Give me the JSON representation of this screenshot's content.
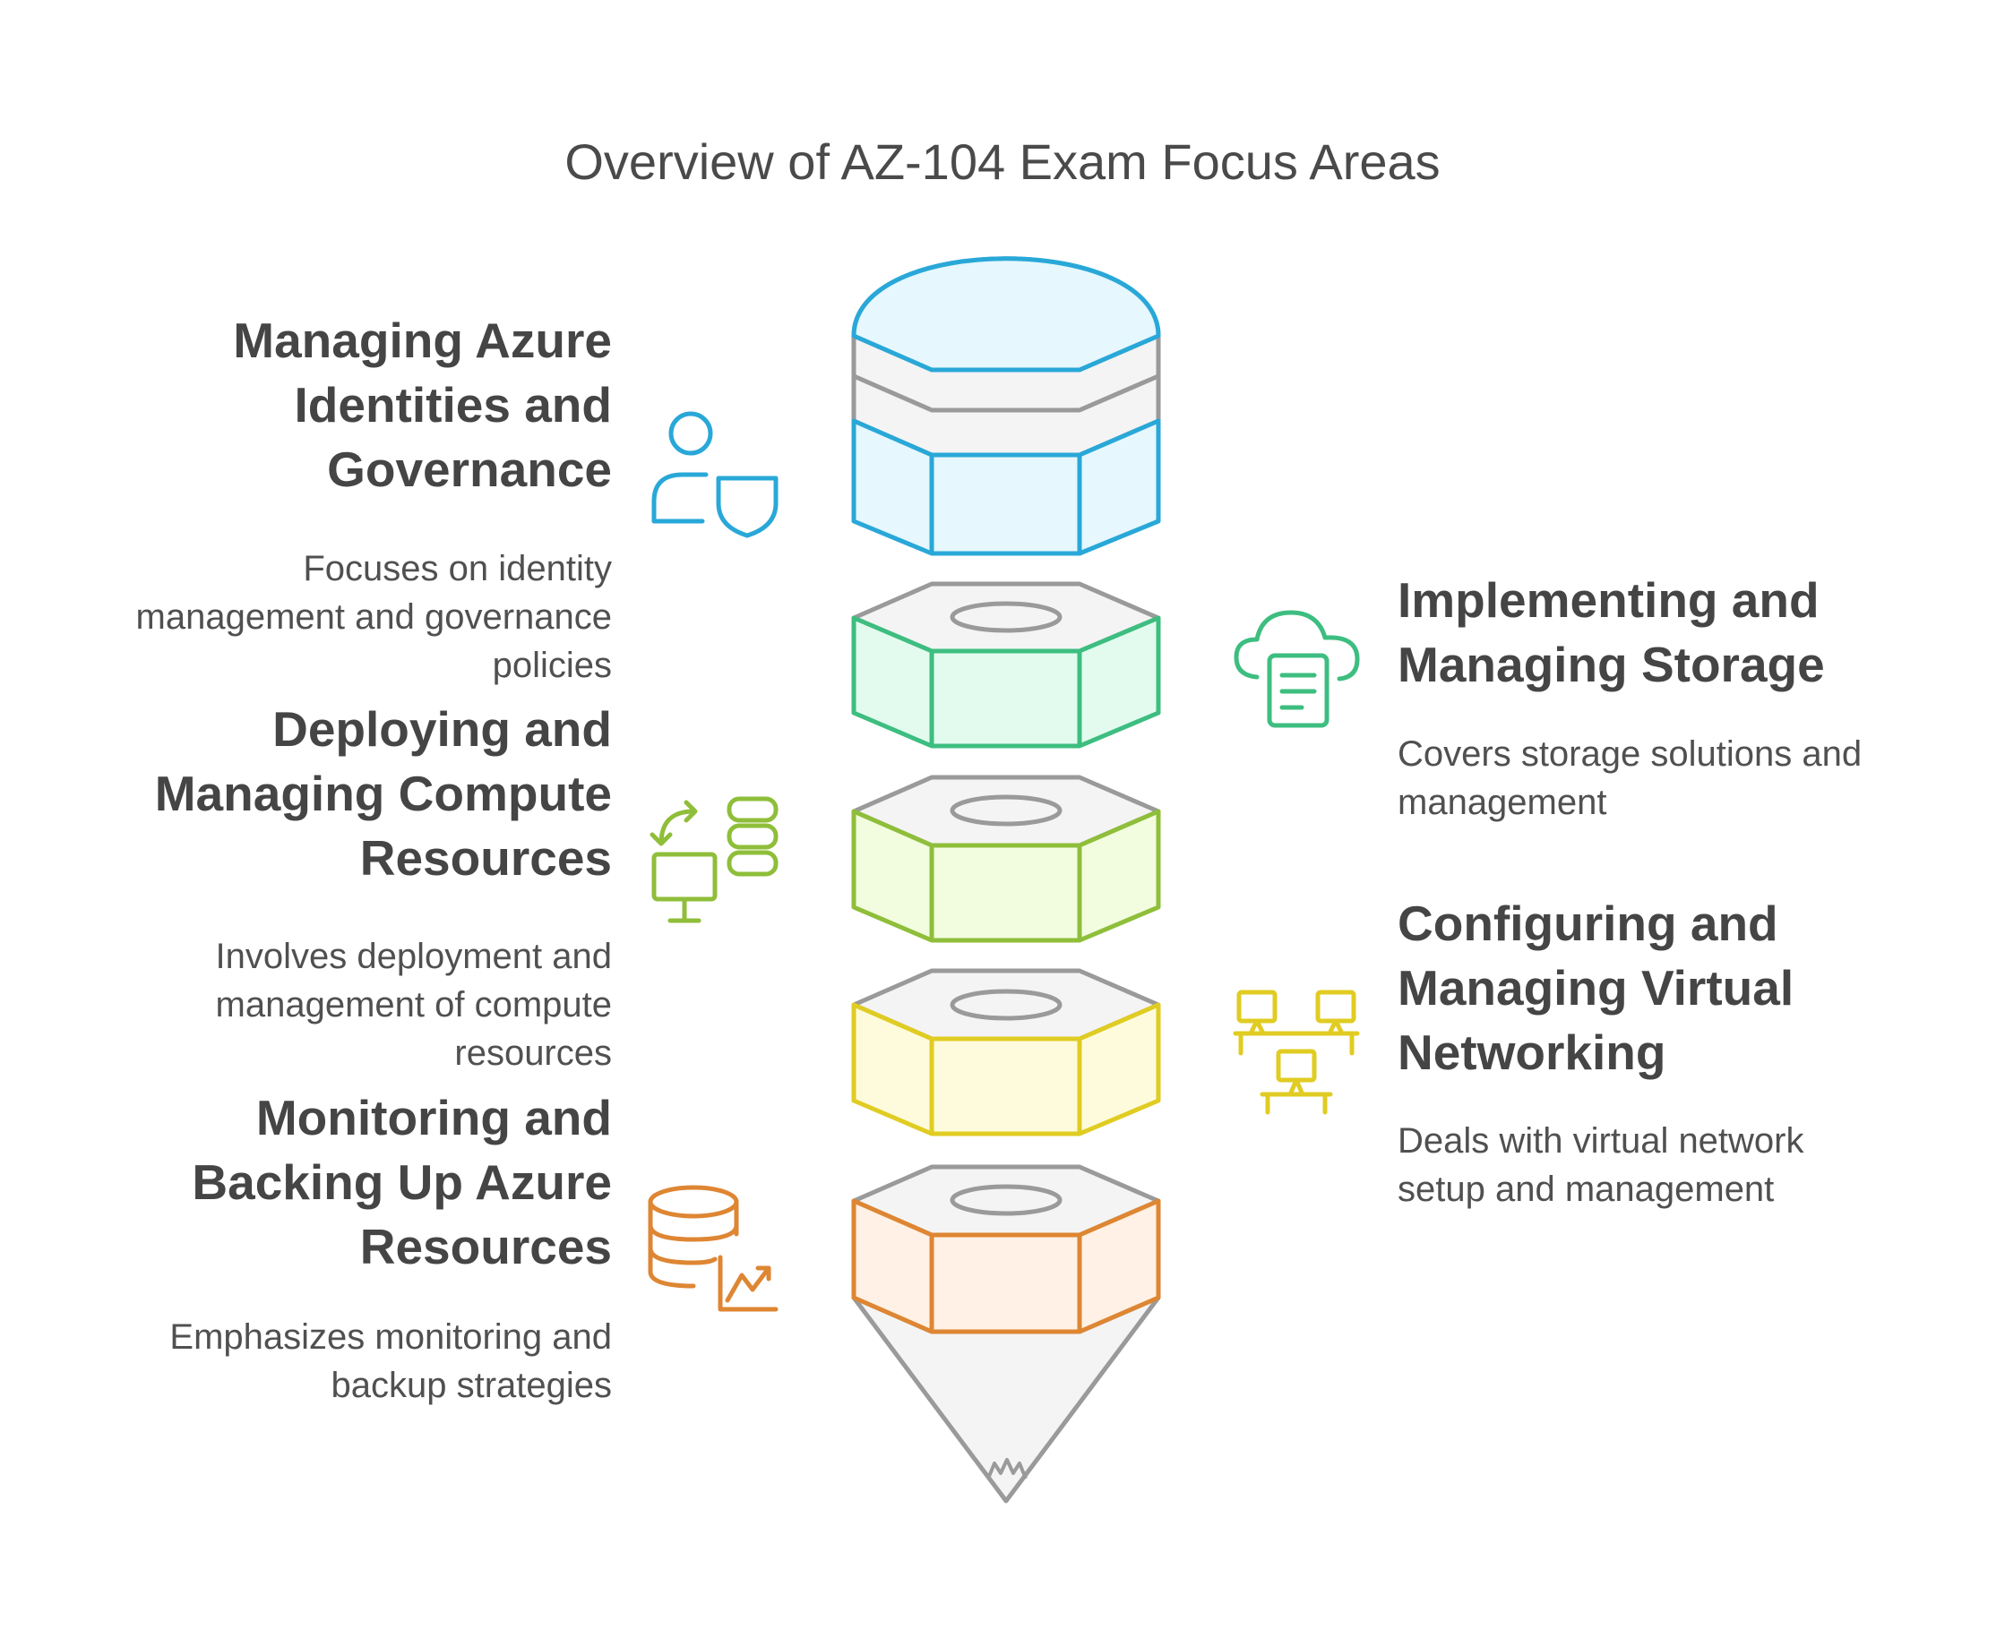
{
  "title": "Overview of AZ-104 Exam Focus Areas",
  "sections": [
    {
      "heading": [
        "Managing Azure",
        "Identities and",
        "Governance"
      ],
      "description": [
        "Focuses on identity",
        "management and governance",
        "policies"
      ],
      "icon": "user-shield-icon",
      "color": "#29a8d8",
      "fill": "#e6f7fd"
    },
    {
      "heading": [
        "Implementing and",
        "Managing Storage"
      ],
      "description": [
        "Covers storage solutions and",
        "management"
      ],
      "icon": "cloud-document-icon",
      "color": "#3dbe80",
      "fill": "#e3fbef"
    },
    {
      "heading": [
        "Deploying and",
        "Managing Compute",
        "Resources"
      ],
      "description": [
        "Involves deployment and",
        "management of compute",
        "resources"
      ],
      "icon": "monitor-server-icon",
      "color": "#8fbe3a",
      "fill": "#f2fde0"
    },
    {
      "heading": [
        "Configuring and",
        "Managing Virtual",
        "Networking"
      ],
      "description": [
        "Deals with virtual network",
        "setup and management"
      ],
      "icon": "network-computers-icon",
      "color": "#e0cc22",
      "fill": "#fefbdc"
    },
    {
      "heading": [
        "Monitoring and",
        "Backing Up Azure",
        "Resources"
      ],
      "description": [
        "Emphasizes monitoring and",
        "backup strategies"
      ],
      "icon": "database-chart-icon",
      "color": "#de8633",
      "fill": "#fff1e5"
    }
  ],
  "colors": {
    "gray": "#9a9a9a",
    "gray_fill": "#f4f4f4"
  }
}
